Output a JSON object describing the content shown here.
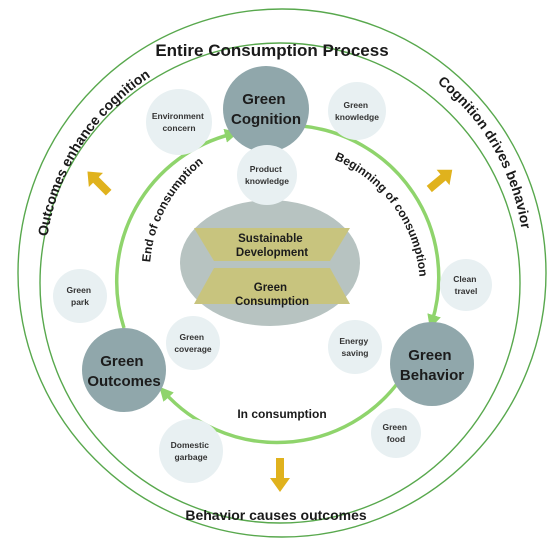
{
  "diagram": {
    "outer_title": "Entire Consumption Process",
    "left_label": "Outcomes enhance cognition",
    "right_label": "Cognition drives behavior",
    "bottom_label": "Behavior causes outcomes",
    "cycle_labels": {
      "beginning": "Beginning of consumption",
      "end": "End of consumption",
      "during": "In consumption"
    },
    "nodes": {
      "cognition": [
        "Green",
        "Cognition"
      ],
      "behavior": [
        "Green",
        "Behavior"
      ],
      "outcomes": [
        "Green",
        "Outcomes"
      ]
    },
    "center": {
      "top": [
        "Sustainable",
        "Development"
      ],
      "bottom": [
        "Green",
        "Consumption"
      ]
    },
    "bubbles": {
      "environment_concern": [
        "Environment",
        "concern"
      ],
      "green_knowledge": [
        "Green",
        "knowledge"
      ],
      "product_knowledge": [
        "Product",
        "knowledge"
      ],
      "clean_travel": [
        "Clean",
        "travel"
      ],
      "energy_saving": [
        "Energy",
        "saving"
      ],
      "green_food": [
        "Green",
        "food"
      ],
      "green_park": [
        "Green",
        "park"
      ],
      "green_coverage": [
        "Green",
        "coverage"
      ],
      "domestic_garbage": [
        "Domestic",
        "garbage"
      ]
    },
    "colors": {
      "ring_stroke": "#58a84d",
      "cycle_stroke": "#8fd46c",
      "node_fill": "#90a7ab",
      "bubble_fill": "#e8f0f2",
      "center_fill": "#b7c3c1",
      "center_band": "#c8c47e",
      "arrow_fill": "#e0b21d"
    }
  }
}
